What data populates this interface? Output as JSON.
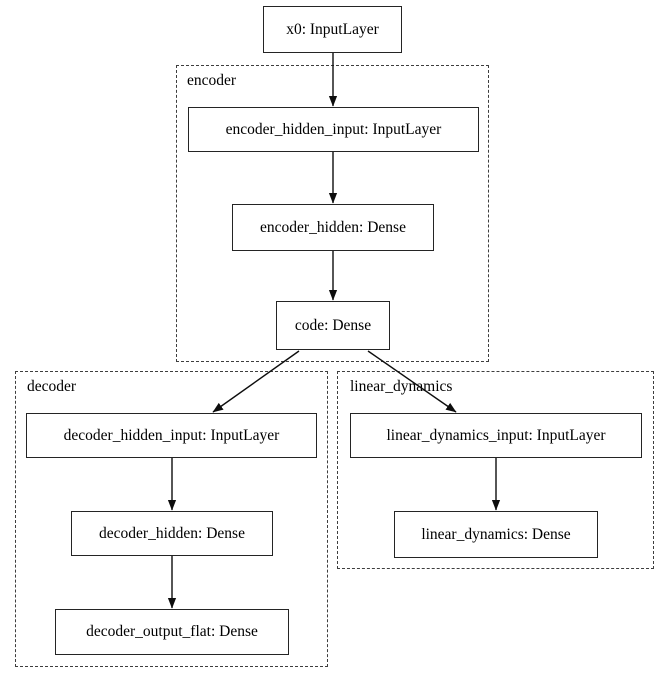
{
  "diagram": {
    "kind": "model-graph",
    "colors": {
      "background": "#ffffff",
      "node_fill": "#ffffff",
      "node_border": "#242424",
      "cluster_border": "#3e3e3e",
      "edge": "#0d0d0d",
      "text": "#000000"
    },
    "clusters": [
      {
        "id": "encoder",
        "label": "encoder"
      },
      {
        "id": "decoder",
        "label": "decoder"
      },
      {
        "id": "linear_dynamics",
        "label": "linear_dynamics"
      }
    ],
    "nodes": [
      {
        "id": "x0",
        "label": "x0: InputLayer",
        "cluster": null
      },
      {
        "id": "encoder_hidden_input",
        "label": "encoder_hidden_input: InputLayer",
        "cluster": "encoder"
      },
      {
        "id": "encoder_hidden",
        "label": "encoder_hidden: Dense",
        "cluster": "encoder"
      },
      {
        "id": "code",
        "label": "code: Dense",
        "cluster": "encoder"
      },
      {
        "id": "decoder_hidden_input",
        "label": "decoder_hidden_input: InputLayer",
        "cluster": "decoder"
      },
      {
        "id": "decoder_hidden",
        "label": "decoder_hidden: Dense",
        "cluster": "decoder"
      },
      {
        "id": "decoder_output_flat",
        "label": "decoder_output_flat: Dense",
        "cluster": "decoder"
      },
      {
        "id": "linear_dynamics_input",
        "label": "linear_dynamics_input: InputLayer",
        "cluster": "linear_dynamics"
      },
      {
        "id": "linear_dynamics",
        "label": "linear_dynamics: Dense",
        "cluster": "linear_dynamics"
      }
    ],
    "edges": [
      {
        "from": "x0",
        "to": "encoder_hidden_input"
      },
      {
        "from": "encoder_hidden_input",
        "to": "encoder_hidden"
      },
      {
        "from": "encoder_hidden",
        "to": "code"
      },
      {
        "from": "code",
        "to": "decoder_hidden_input"
      },
      {
        "from": "code",
        "to": "linear_dynamics_input"
      },
      {
        "from": "decoder_hidden_input",
        "to": "decoder_hidden"
      },
      {
        "from": "decoder_hidden",
        "to": "decoder_output_flat"
      },
      {
        "from": "linear_dynamics_input",
        "to": "linear_dynamics"
      }
    ]
  }
}
